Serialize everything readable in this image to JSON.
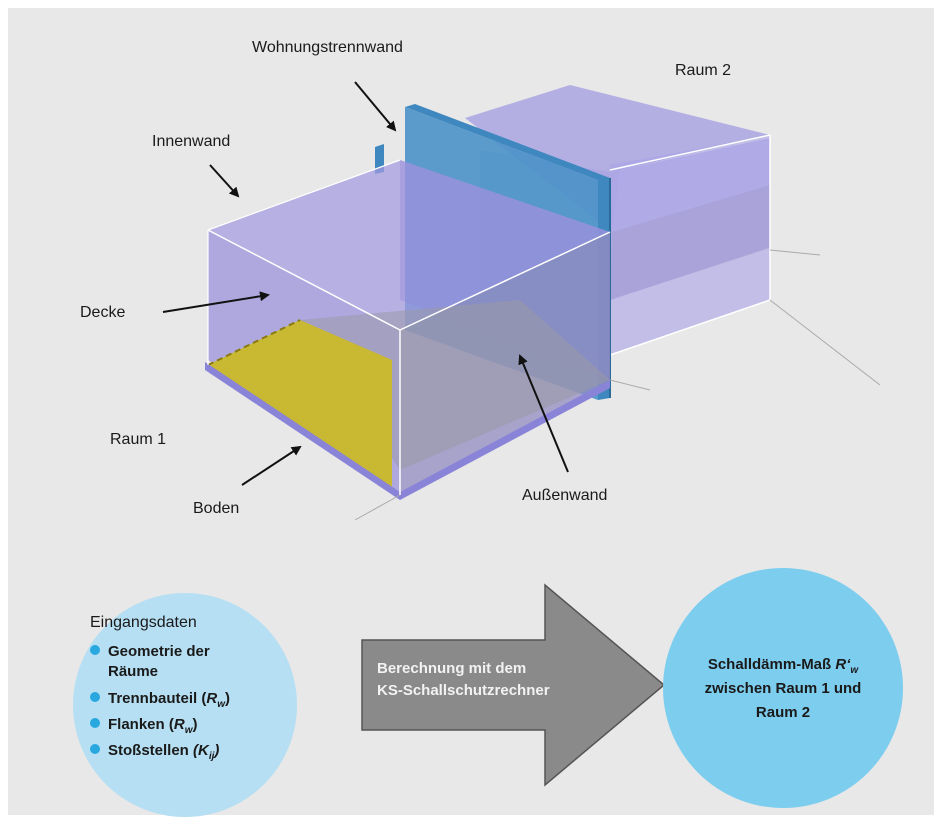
{
  "labels": {
    "wohnungstrennwand": "Wohnungstrennwand",
    "raum2": "Raum 2",
    "innenwand": "Innenwand",
    "decke": "Decke",
    "raum1": "Raum 1",
    "boden": "Boden",
    "aussenwand": "Außenwand"
  },
  "inputs": {
    "title": "Eingangsdaten",
    "items": [
      {
        "line1": "Geometrie der",
        "line2": "Räume"
      },
      {
        "text": "Trennbauteil (",
        "sym": "R",
        "sub": "w",
        "close": ")"
      },
      {
        "text": "Flanken (",
        "sym": "R",
        "sub": "w",
        "close": ")"
      },
      {
        "text": "Stoßstellen ",
        "sym": "(K",
        "sub": "ij",
        "close": ")"
      }
    ]
  },
  "process": {
    "line1": "Berechnung mit dem",
    "line2": "KS-Schallschutzrechner"
  },
  "result": {
    "line1": "Schalldämm-Maß",
    "sym": "R‘",
    "sub": "w",
    "line2": "zwischen Raum 1 und",
    "line3": "Raum 2"
  },
  "colors": {
    "background": "#e8e8e8",
    "room": "#9d94dc",
    "wall": "#3d84b8",
    "floor": "#c8b832",
    "input_circle": "#b6dff3",
    "result_circle": "#7dcdee",
    "bullet": "#29a8e0",
    "arrow": "#8a8a8a"
  }
}
